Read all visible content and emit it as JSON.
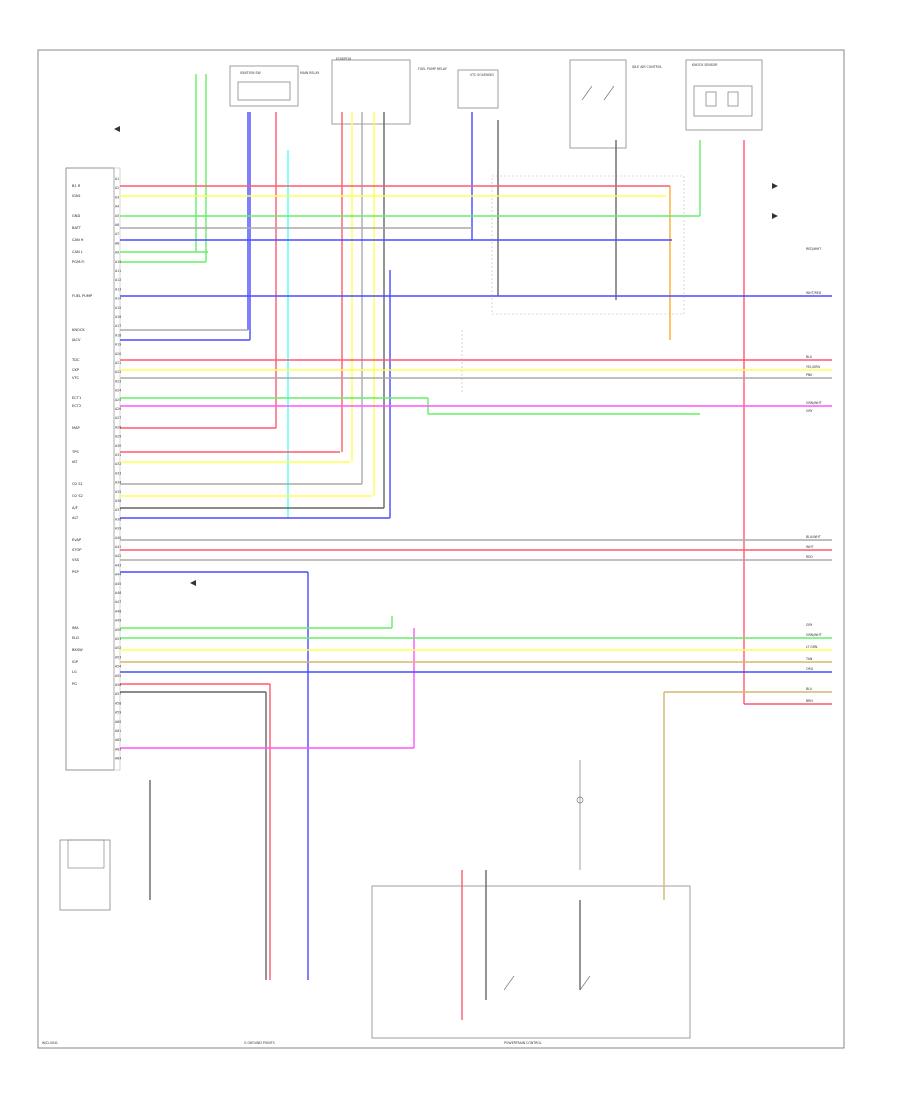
{
  "diagram": {
    "footer_id": "W/D-0041",
    "ground_bottom_label": "G GROUND POINTS",
    "module_bottom_label": "POWERTRAIN CONTROL",
    "pcm_left_text": [
      "B1 R",
      "IGN1",
      "GND",
      "BATT",
      "CAN H",
      "CAN L",
      "PGM-FI",
      "FUEL PUMP",
      "KNOCK",
      "IACV",
      "TDC",
      "CKP",
      "VTC",
      "ECT1",
      "ECT2",
      "MAP",
      "TPS",
      "IAT",
      "O2 S1",
      "O2 S2",
      "A/F",
      "ALT",
      "EVAP",
      "STOP",
      "VSS",
      "PSP",
      "IMA",
      "ELD",
      "BKSW",
      "IGP",
      "LG",
      "PG"
    ],
    "pin_numbers": [
      "A1",
      "A2",
      "A3",
      "A4",
      "A5",
      "A6",
      "A7",
      "A8",
      "A9",
      "A10",
      "A11",
      "A12",
      "A13",
      "A14",
      "A15",
      "A16",
      "A17",
      "A18",
      "A19",
      "A20",
      "A21",
      "A22",
      "A23",
      "A24",
      "A25",
      "A26",
      "A27",
      "A28",
      "A29",
      "A30",
      "A31",
      "A32",
      "A33",
      "A34",
      "A35",
      "A36",
      "A37",
      "A38",
      "A39",
      "A40",
      "A41",
      "A42",
      "A43",
      "A44",
      "A45",
      "A46",
      "A47",
      "A48",
      "A49",
      "A50",
      "A51",
      "A52",
      "A53",
      "A54",
      "A55",
      "A56",
      "A57",
      "A58",
      "A59",
      "A60",
      "A61",
      "A62",
      "A63",
      "A64",
      "A65",
      "A66"
    ],
    "right_labels": [
      "WHT/RED",
      "BLU",
      "YEL/GRN",
      "PNK",
      "GRN/WHT",
      "GRY",
      "BLU/WHT",
      "WHT",
      "RED",
      "GRY",
      "GRN/WHT",
      "LT GRN",
      "TAN",
      "ORG",
      "BLU",
      "BRN",
      "RED/WHT"
    ],
    "top_components": [
      "IGNITION SW",
      "MAIN RELAY",
      "ECM/PCM",
      "FUEL PUMP RELAY",
      "VTC SOLENOID",
      "IDLE AIR CONTROL",
      "KNOCK SENSOR"
    ],
    "colors": {
      "red": "#ff5a6e",
      "yellow": "#ffff55",
      "green": "#66ee66",
      "blue": "#4a4aff",
      "cyan": "#55ffff",
      "magenta": "#ff55ff",
      "orange": "#ffaa33",
      "olive": "#d4b86a",
      "grey": "#aaaaaa",
      "dark": "#666666"
    }
  }
}
